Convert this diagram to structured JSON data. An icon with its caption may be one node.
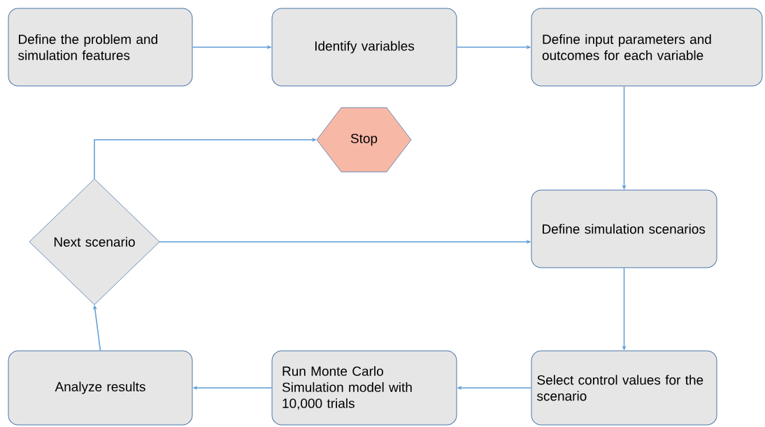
{
  "diagram": {
    "nodes": [
      {
        "text": [
          "Define the problem and simulation features"
        ]
      },
      {
        "text": [
          "Identify variables"
        ]
      },
      {
        "text": [
          "Define input parameters and outcomes for each variable"
        ]
      },
      {
        "text": [
          "Stop"
        ]
      },
      {
        "text": [
          "Next scenario"
        ]
      },
      {
        "text": [
          "Define simulation scenarios"
        ]
      },
      {
        "text": [
          "Select control values for the scenario"
        ]
      },
      {
        "text": [
          "Run Monte Carlo Simulation model with 10,000 trials"
        ]
      },
      {
        "text": [
          "Analyze results"
        ]
      }
    ],
    "edges": [
      {
        "from": 0,
        "to": 1,
        "arrow": "to"
      },
      {
        "from": 1,
        "to": 2,
        "arrow": "to"
      },
      {
        "from": 2,
        "to": 5,
        "arrow": "to"
      },
      {
        "from": 5,
        "to": 6,
        "arrow": "to"
      },
      {
        "from": 6,
        "to": 7,
        "arrow": "to"
      },
      {
        "from": 7,
        "to": 8,
        "arrow": "to"
      },
      {
        "from": 8,
        "to": 4,
        "arrow": "to"
      },
      {
        "from": 4,
        "to": 5,
        "arrow": "to"
      },
      {
        "from": 4,
        "to": 3,
        "arrow": "to"
      }
    ]
  }
}
